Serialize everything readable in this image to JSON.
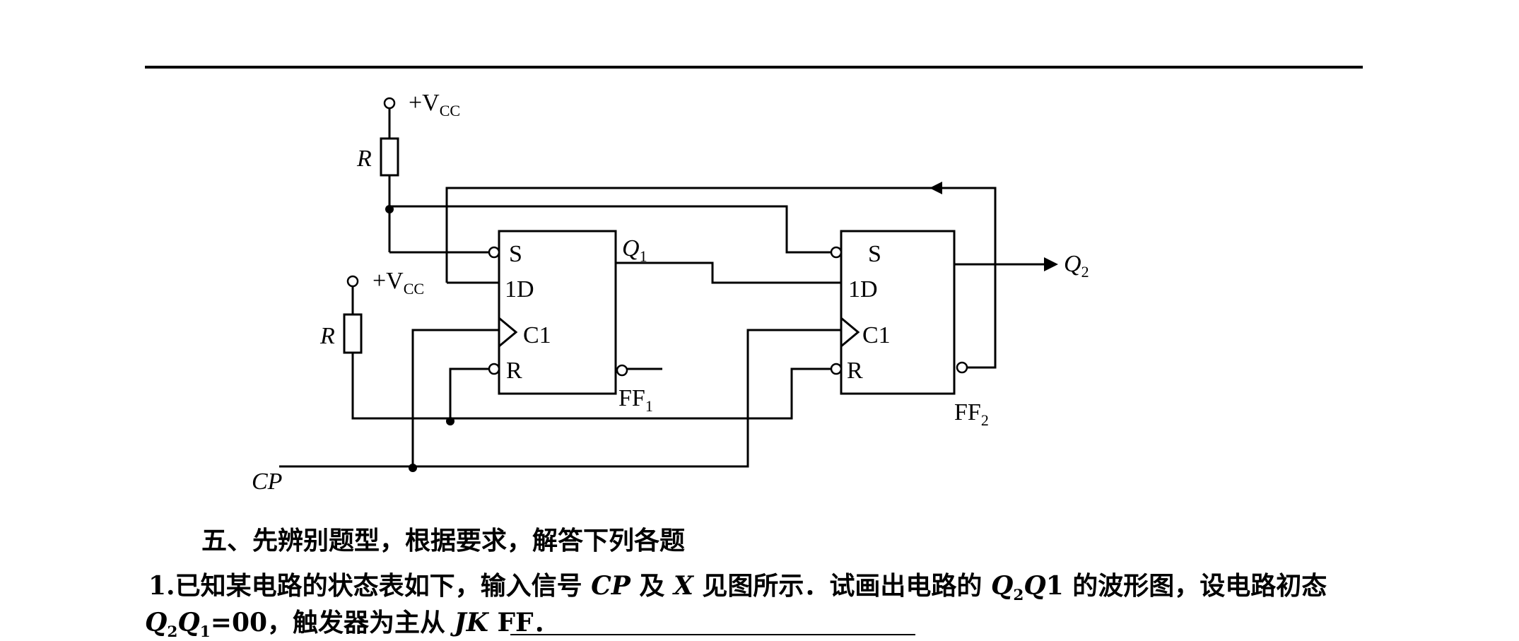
{
  "diagram": {
    "vcc_top_label": "+V",
    "vcc_top_sub": "CC",
    "vcc_mid_label": "+V",
    "vcc_mid_sub": "CC",
    "resistor_top_label": "R",
    "resistor_mid_label": "R",
    "ff1": {
      "s": "S",
      "d": "1D",
      "c": "C1",
      "r": "R",
      "name": "FF",
      "name_sub": "1",
      "q": "Q",
      "q_sub": "1"
    },
    "ff2": {
      "s": "S",
      "d": "1D",
      "c": "C1",
      "r": "R",
      "name": "FF",
      "name_sub": "2",
      "q": "Q",
      "q_sub": "2"
    },
    "cp_label": "CP"
  },
  "text": {
    "section_heading": "五、先辨别题型，根据要求，解答下列各题",
    "q1_prefix": "1.已知某电路的状态表如下，输入信号 ",
    "q1_cp": "CP",
    "q1_mid": " 及 ",
    "q1_x": "X",
    "q1_rest": " 见图所示．试画出电路的 ",
    "q1_q2": "Q",
    "q1_q2_sub": "2",
    "q1_q1": "Q",
    "q1_q1_tail": "1",
    "q1_end": " 的波形图，设电路初态",
    "q2_q2": "Q",
    "q2_q2_sub": "2",
    "q2_q1": "Q",
    "q2_q1_sub": "1",
    "q2_rest": "=00，触发器为主从 ",
    "q2_jk": "JK",
    "q2_ff": " FF",
    "q2_period": "．"
  }
}
